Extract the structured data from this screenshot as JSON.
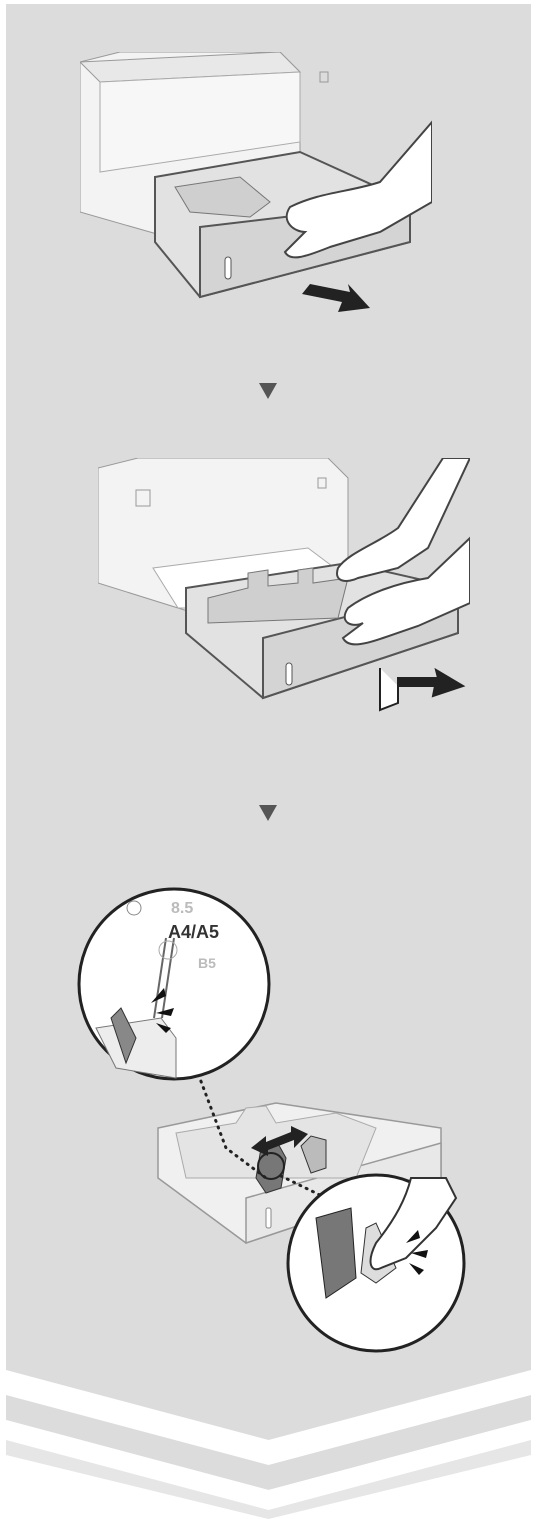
{
  "page": {
    "background_color": "#dcdcdc",
    "border_color": "#ffffff",
    "footer_band_color": "#c8c8c8"
  },
  "steps": [
    {
      "name": "pull-out-paper-drawer",
      "icon": "printer-drawer-pull"
    },
    {
      "name": "remove-paper-drawer",
      "icon": "printer-drawer-remove"
    },
    {
      "name": "adjust-paper-guides",
      "icon": "paper-guide-adjust"
    }
  ],
  "zoom_callout": {
    "size_labels": [
      "8.5",
      "A4/A5",
      "B5"
    ]
  },
  "arrows": [
    "down-arrow-icon",
    "down-arrow-icon"
  ]
}
